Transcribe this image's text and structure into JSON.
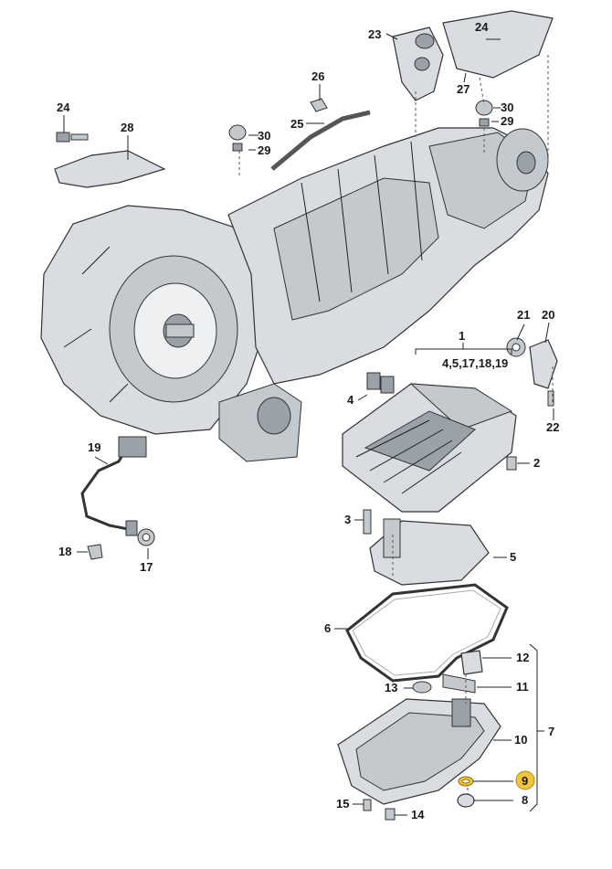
{
  "diagram": {
    "part_labels": {
      "p1": "1",
      "p1_sub": "4,5,17,18,19",
      "p2": "2",
      "p3": "3",
      "p4": "4",
      "p5": "5",
      "p6": "6",
      "p7": "7",
      "p8": "8",
      "p9": "9",
      "p10": "10",
      "p11": "11",
      "p12": "12",
      "p13": "13",
      "p14": "14",
      "p15": "15",
      "p17": "17",
      "p18": "18",
      "p19": "19",
      "p20": "20",
      "p21": "21",
      "p22": "22",
      "p23": "23",
      "p24a": "24",
      "p24b": "24",
      "p25": "25",
      "p26": "26",
      "p27": "27",
      "p28": "28",
      "p29a": "29",
      "p29b": "29",
      "p30a": "30",
      "p30b": "30"
    },
    "highlighted_part": "9",
    "highlight_color": "#f2c43a"
  }
}
